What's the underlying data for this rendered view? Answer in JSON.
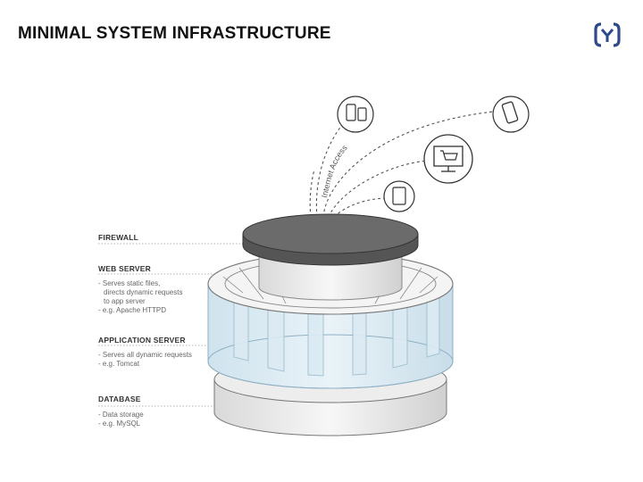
{
  "slide": {
    "title": "MINIMAL SYSTEM INFRASTRUCTURE",
    "logo_icon": "bracket-logo-icon",
    "accent_color": "#2d4a8a"
  },
  "diagram": {
    "internet_access_label": "Internet Access",
    "client_icons": [
      "mobile-devices-icon",
      "tablet-icon",
      "shopping-cart-monitor-icon",
      "card-reader-icon"
    ],
    "layers": [
      {
        "title": "FIREWALL",
        "lines": []
      },
      {
        "title": "WEB SERVER",
        "lines": [
          "- Serves static files,",
          "  directs dynamic requests",
          "  to app server",
          "- e.g. Apache HTTPD"
        ]
      },
      {
        "title": "APPLICATION SERVER",
        "lines": [
          "- Serves all dynamic requests",
          "- e.g. Tomcat"
        ]
      },
      {
        "title": "DATABASE",
        "lines": [
          "- Data storage",
          "- e.g. MySQL"
        ]
      }
    ]
  }
}
